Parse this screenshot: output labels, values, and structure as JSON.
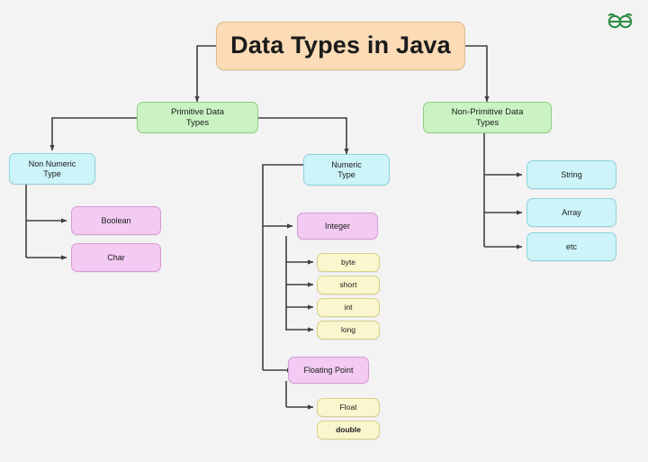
{
  "page": {
    "background_color": "#f4f3f3",
    "logo_name": "geeksforgeeks-logo",
    "logo_color": "#2f8d46"
  },
  "title": {
    "label": "Data Types in Java",
    "fill": "#fbdcb6",
    "stroke": "#d9ab74"
  },
  "palette": {
    "green": "#caf2c2",
    "green_stroke": "#8fd083",
    "cyan": "#cdf4f8",
    "cyan_stroke": "#8fd3de",
    "pink": "#f2caf2",
    "pink_stroke": "#d79ad7",
    "yellow": "#faf6cd",
    "yellow_stroke": "#d9d08a",
    "edge": "#3f3f3f"
  },
  "nodes": {
    "primitive": {
      "label": "Primitive Data\nTypes"
    },
    "non_primitive": {
      "label": "Non-Primitive Data\nTypes"
    },
    "non_numeric": {
      "label": "Non Numeric\nType"
    },
    "numeric": {
      "label": "Numeric\nType"
    },
    "boolean": {
      "label": "Boolean"
    },
    "char": {
      "label": "Char"
    },
    "integer": {
      "label": "Integer"
    },
    "floating_point": {
      "label": "Floating Point"
    },
    "byte": {
      "label": "byte"
    },
    "short": {
      "label": "short"
    },
    "int": {
      "label": "int"
    },
    "long": {
      "label": "long"
    },
    "float": {
      "label": "Float"
    },
    "double": {
      "label": "double"
    },
    "string": {
      "label": "String"
    },
    "array": {
      "label": "Array"
    },
    "etc": {
      "label": "etc"
    }
  },
  "chart_data": {
    "type": "diagram",
    "title": "Data Types in Java",
    "layout": "tree",
    "root": "Data Types in Java",
    "branches": [
      {
        "name": "Primitive Data Types",
        "color": "#caf2c2",
        "children": [
          {
            "name": "Non Numeric Type",
            "color": "#cdf4f8",
            "children": [
              {
                "name": "Boolean",
                "color": "#f2caf2"
              },
              {
                "name": "Char",
                "color": "#f2caf2"
              }
            ]
          },
          {
            "name": "Numeric Type",
            "color": "#cdf4f8",
            "children": [
              {
                "name": "Integer",
                "color": "#f2caf2",
                "children": [
                  {
                    "name": "byte",
                    "color": "#faf6cd"
                  },
                  {
                    "name": "short",
                    "color": "#faf6cd"
                  },
                  {
                    "name": "int",
                    "color": "#faf6cd"
                  },
                  {
                    "name": "long",
                    "color": "#faf6cd"
                  }
                ]
              },
              {
                "name": "Floating Point",
                "color": "#f2caf2",
                "children": [
                  {
                    "name": "Float",
                    "color": "#faf6cd"
                  },
                  {
                    "name": "double",
                    "color": "#faf6cd"
                  }
                ]
              }
            ]
          }
        ]
      },
      {
        "name": "Non-Primitive Data Types",
        "color": "#caf2c2",
        "children": [
          {
            "name": "String",
            "color": "#cdf4f8"
          },
          {
            "name": "Array",
            "color": "#cdf4f8"
          },
          {
            "name": "etc",
            "color": "#cdf4f8"
          }
        ]
      }
    ]
  }
}
